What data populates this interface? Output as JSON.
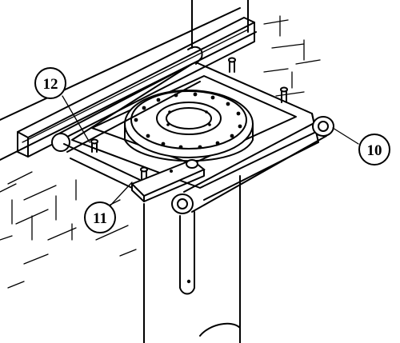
{
  "callouts": {
    "c10": "10",
    "c11": "11",
    "c12": "12"
  },
  "colors": {
    "ink": "#000000",
    "paper": "#ffffff"
  }
}
